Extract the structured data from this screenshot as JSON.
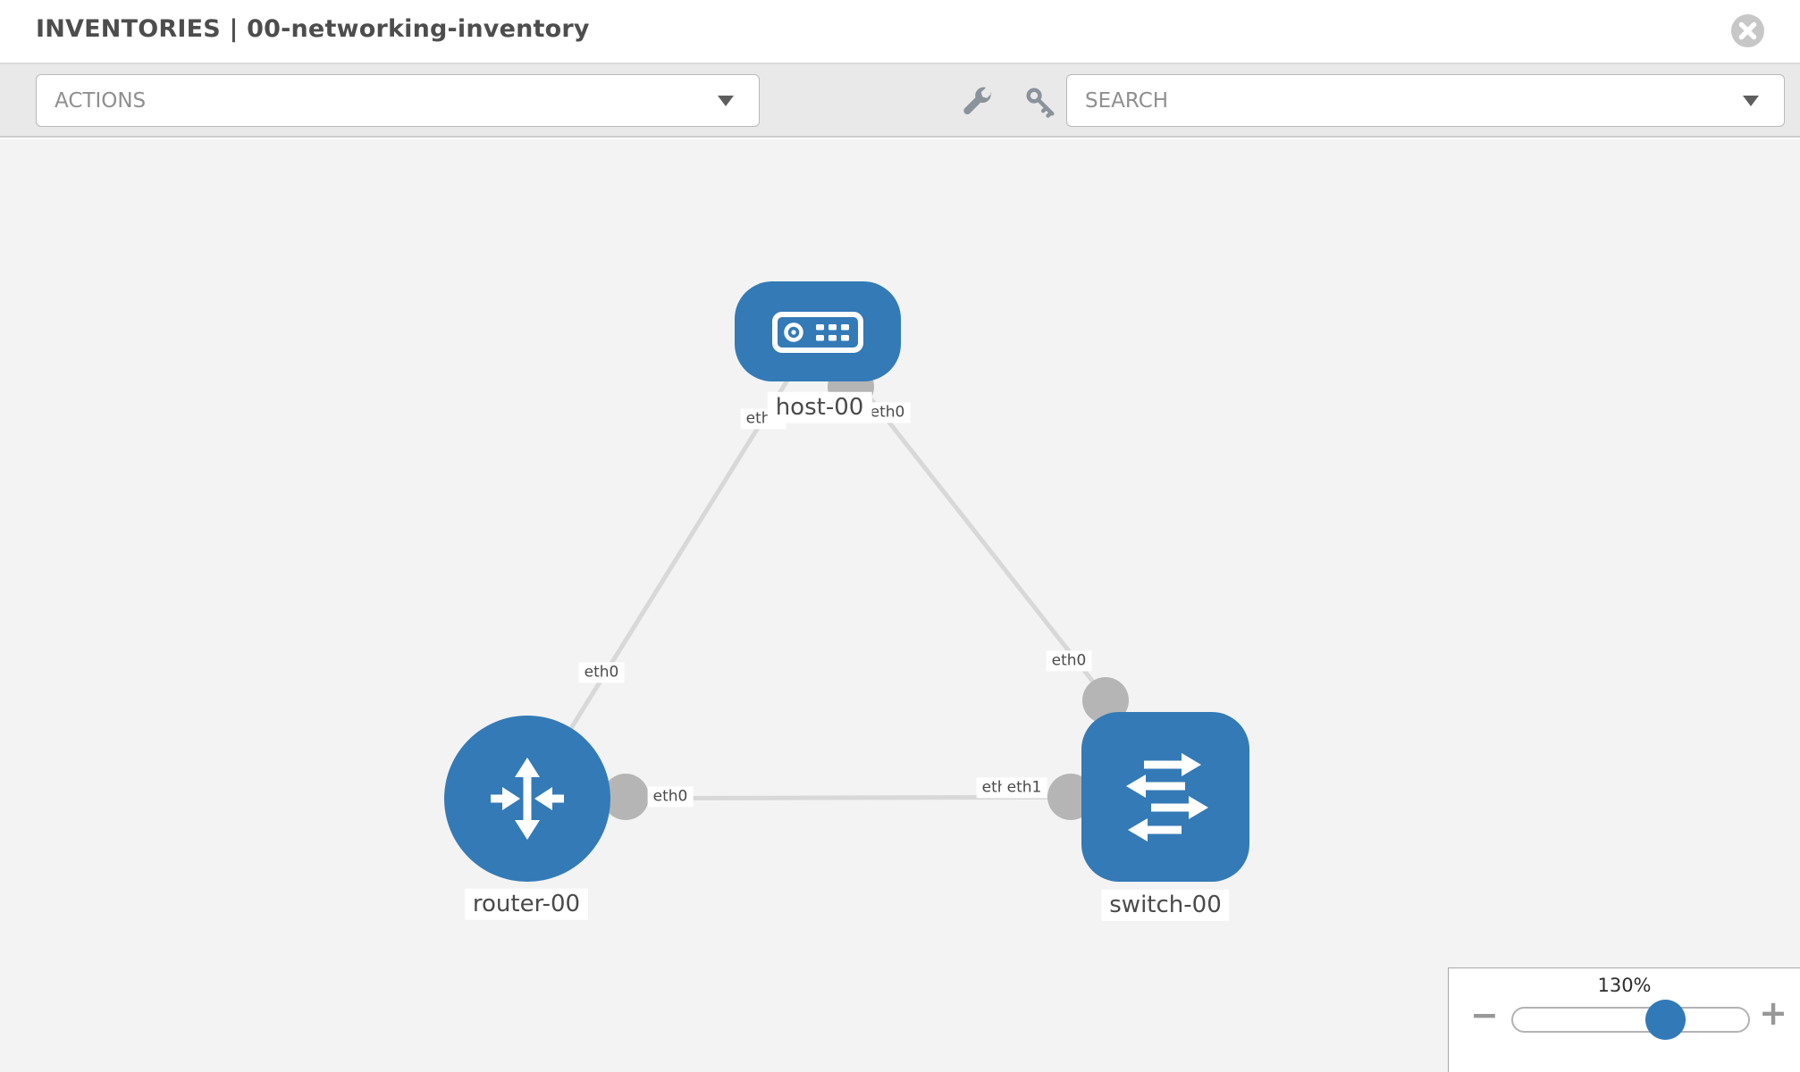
{
  "header": {
    "title": "INVENTORIES | 00-networking-inventory",
    "close_icon": "close-circle"
  },
  "toolbar": {
    "actions": {
      "label": "ACTIONS",
      "caret_icon": "caret-down"
    },
    "tool_icons": [
      "wrench",
      "key"
    ],
    "search": {
      "placeholder": "SEARCH",
      "caret_icon": "caret-down"
    }
  },
  "diagram": {
    "nodes": [
      {
        "id": "host-00",
        "type": "host",
        "label": "host-00"
      },
      {
        "id": "router-00",
        "type": "router",
        "label": "router-00"
      },
      {
        "id": "switch-00",
        "type": "switch",
        "label": "switch-00"
      }
    ],
    "links": [
      {
        "source": "host-00",
        "target": "router-00",
        "source_interface": "eth0",
        "target_interface": "eth0"
      },
      {
        "source": "host-00",
        "target": "switch-00",
        "source_interface": "eth0",
        "target_interface": "eth0"
      },
      {
        "source": "router-00",
        "target": "switch-00",
        "source_interface": "eth0",
        "target_interface": "eth1",
        "target_interface_overlapped": "eth0"
      }
    ]
  },
  "zoom_control": {
    "level": "130%",
    "zoom_out_label": "−",
    "zoom_in_label": "+"
  },
  "colors": {
    "node_blue": "#337ab7",
    "link_gray": "#d8d8d8",
    "connector_gray": "#b5b5b5",
    "canvas_bg": "#f3f3f3"
  }
}
